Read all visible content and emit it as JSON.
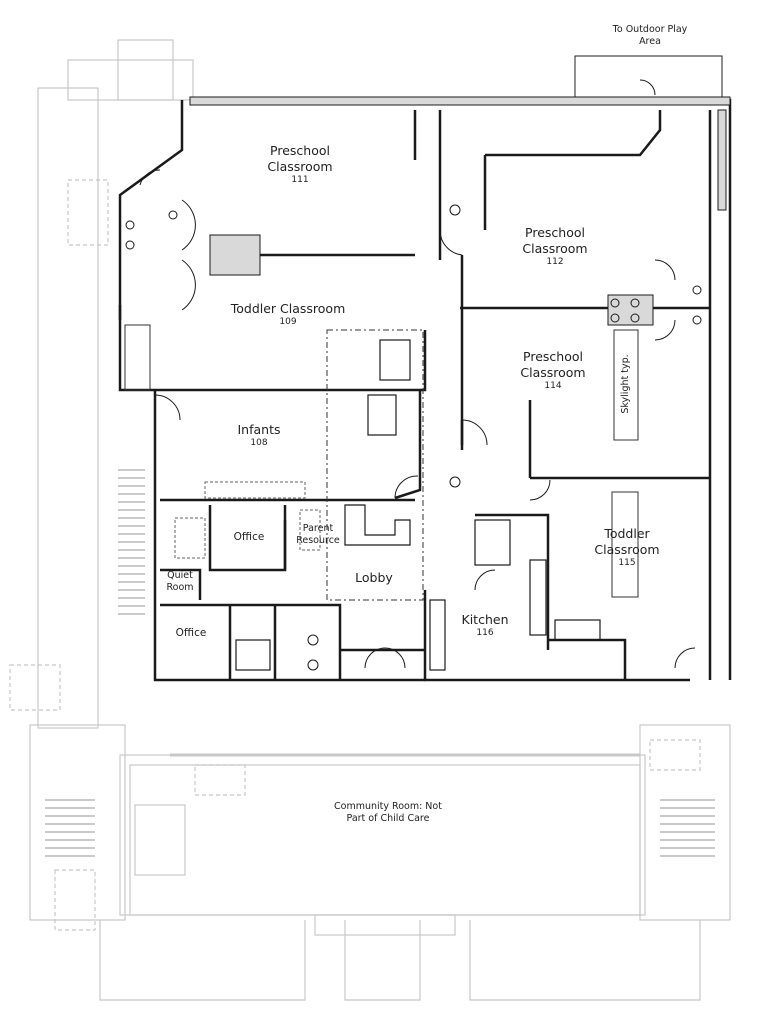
{
  "plan": {
    "outdoor_note": "To Outdoor Play Area",
    "rooms": [
      {
        "name": "Preschool Classroom",
        "number": "111"
      },
      {
        "name": "Preschool Classroom",
        "number": "112"
      },
      {
        "name": "Toddler Classroom",
        "number": "109"
      },
      {
        "name": "Preschool Classroom",
        "number": "114"
      },
      {
        "name": "Infants",
        "number": "108"
      },
      {
        "name": "Toddler Classroom",
        "number": "115"
      },
      {
        "name": "Kitchen",
        "number": "116"
      }
    ],
    "office_1": "Office",
    "office_2": "Office",
    "parent_resource": "Parent Resource",
    "quiet_room": "Quiet Room",
    "lobby": "Lobby",
    "skylight": "Skylight typ.",
    "community_room": "Community Room: Not Part of Child Care"
  },
  "colors": {
    "wall": "#1a1a1a",
    "ghost": "#c8c8c8",
    "fill": "#d9d9d9"
  }
}
